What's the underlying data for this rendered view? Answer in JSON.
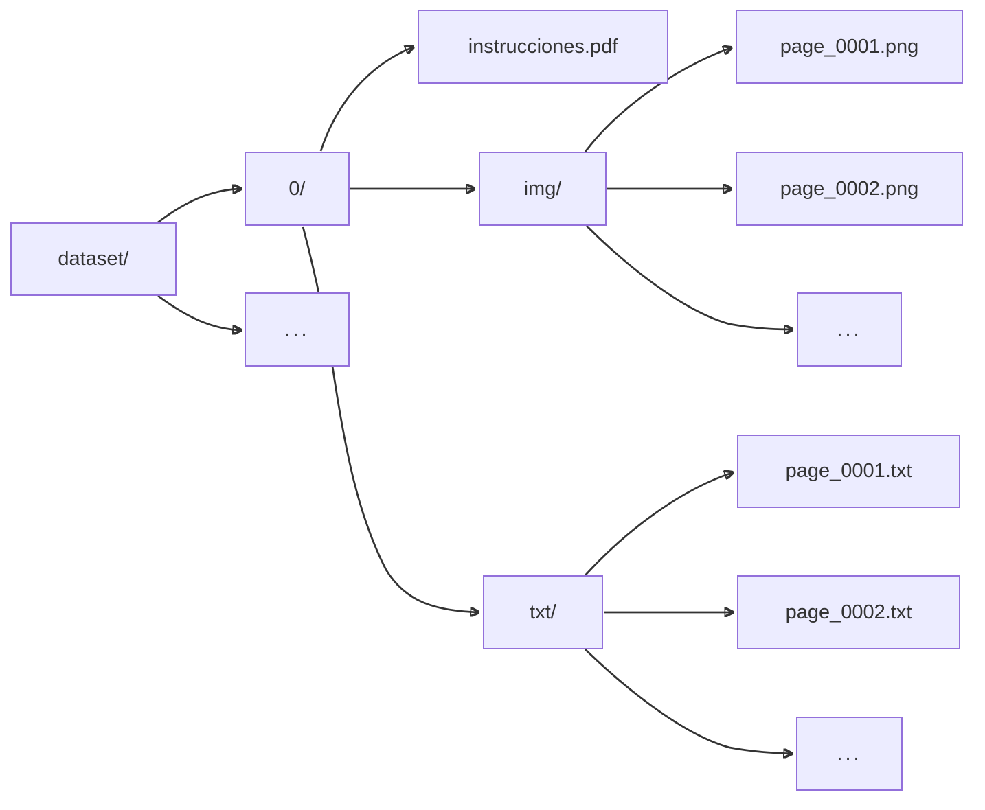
{
  "diagram": {
    "type": "flowchart",
    "direction": "left-to-right",
    "background": "#FFFFFF",
    "colors": {
      "node_fill": "#ECECFF",
      "node_border": "#9370DB",
      "edge_line": "#333333",
      "label_text": "#333333"
    },
    "nodes": {
      "dataset": {
        "label": "dataset/"
      },
      "zero": {
        "label": "0/"
      },
      "dots_root": {
        "label": "..."
      },
      "instrucciones": {
        "label": "instrucciones.pdf"
      },
      "img_dir": {
        "label": "img/"
      },
      "txt_dir": {
        "label": "txt/"
      },
      "png_page1": {
        "label": "page_0001.png"
      },
      "png_page2": {
        "label": "page_0002.png"
      },
      "dots_img": {
        "label": "..."
      },
      "txt_page1": {
        "label": "page_0001.txt"
      },
      "txt_page2": {
        "label": "page_0002.txt"
      },
      "dots_txt": {
        "label": "..."
      }
    },
    "edges": [
      {
        "from": "dataset/",
        "to": "0/"
      },
      {
        "from": "dataset/",
        "to": "..."
      },
      {
        "from": "0/",
        "to": "instrucciones.pdf"
      },
      {
        "from": "0/",
        "to": "img/"
      },
      {
        "from": "0/",
        "to": "txt/"
      },
      {
        "from": "img/",
        "to": "page_0001.png"
      },
      {
        "from": "img/",
        "to": "page_0002.png"
      },
      {
        "from": "img/",
        "to": "..."
      },
      {
        "from": "txt/",
        "to": "page_0001.txt"
      },
      {
        "from": "txt/",
        "to": "page_0002.txt"
      },
      {
        "from": "txt/",
        "to": "..."
      }
    ]
  }
}
